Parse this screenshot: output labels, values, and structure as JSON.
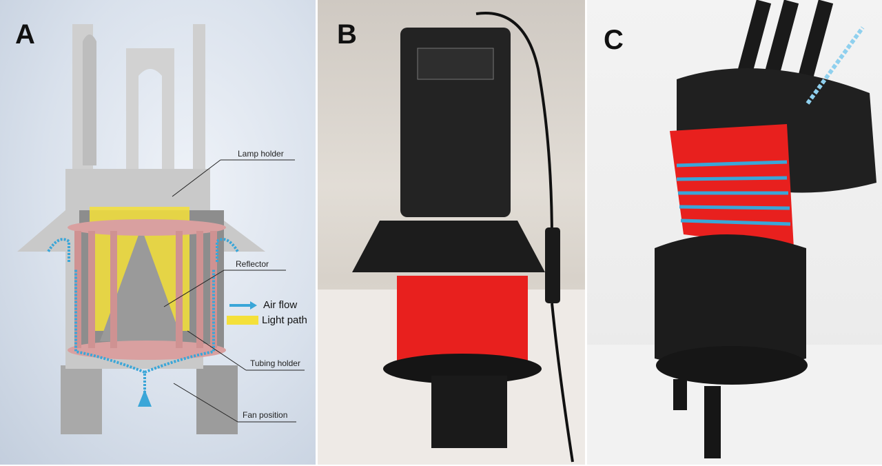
{
  "panels": {
    "a": {
      "letter": "A",
      "labels": {
        "lamp_holder": "Lamp holder",
        "reflector": "Reflector",
        "tubing_holder": "Tubing holder",
        "fan_position": "Fan position"
      },
      "legend": {
        "air_flow": "Air flow",
        "light_path": "Light path"
      },
      "colors": {
        "air_flow": "#3aa6d8",
        "light_path": "#f4e03a",
        "tubing_holder": "#d9a0a0",
        "body": "#c9c9c9"
      }
    },
    "b": {
      "letter": "B",
      "colors": {
        "body": "#1c1c1c",
        "red": "#e8201e"
      }
    },
    "c": {
      "letter": "C",
      "colors": {
        "body": "#1c1c1c",
        "tubing": "#3aa6d8",
        "red": "#e8201e"
      }
    }
  }
}
